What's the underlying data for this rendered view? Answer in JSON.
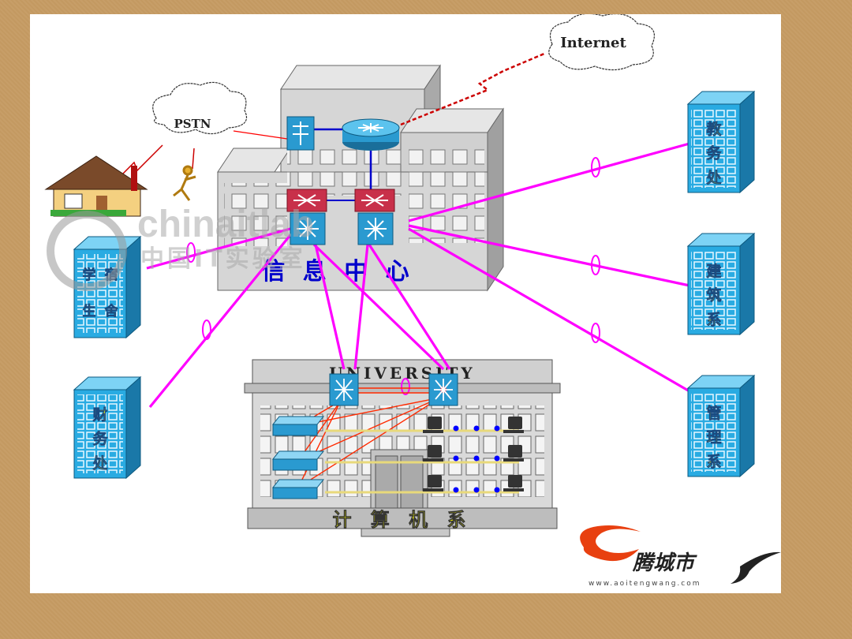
{
  "clouds": {
    "internet": "Internet",
    "pstn": "PSTN"
  },
  "center": {
    "label": "信 息 中 心"
  },
  "campus": {
    "sign": "UNIVERSITY",
    "label": "计 算 机 系"
  },
  "departments": [
    {
      "id": "academic",
      "label": "教务处"
    },
    {
      "id": "architecture",
      "label": "建筑系"
    },
    {
      "id": "management",
      "label": "管理系"
    },
    {
      "id": "student",
      "label": "学生宿舍"
    },
    {
      "id": "finance",
      "label": "财务处"
    }
  ],
  "watermark": {
    "brand": "chinaitlab",
    "cn": "中国IT实验室"
  },
  "logo": {
    "brand": "腾城市",
    "url": "www.aoitengwang.com"
  },
  "colors": {
    "link": "#ff00ff",
    "building": "#29abe2",
    "building_side": "#1a78a8",
    "building_top": "#7dd3f5",
    "window": "#4dc4ee",
    "center_wall": "#d6d6d6",
    "label_yellow": "#ffff00",
    "label_blue": "#0000cc"
  }
}
